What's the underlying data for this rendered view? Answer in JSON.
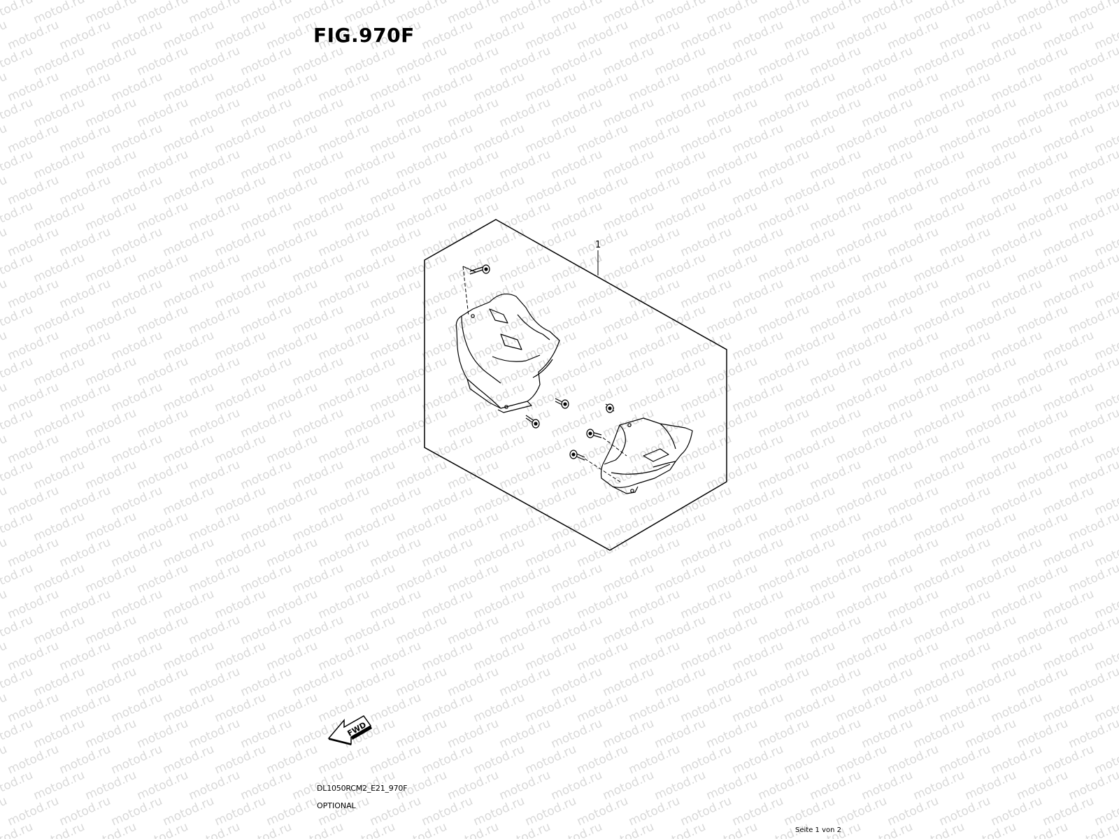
{
  "figure": {
    "title": "FIG.970F",
    "callouts": [
      {
        "number": "1"
      }
    ],
    "fwd_label": "FWD"
  },
  "footer": {
    "drawing_code": "DL1050RCM2_E21_970F",
    "section": "OPTIONAL",
    "page_indicator": "Seite 1 von 2"
  },
  "watermark": {
    "text": "motod.ru",
    "color": "#d9d9d9"
  }
}
